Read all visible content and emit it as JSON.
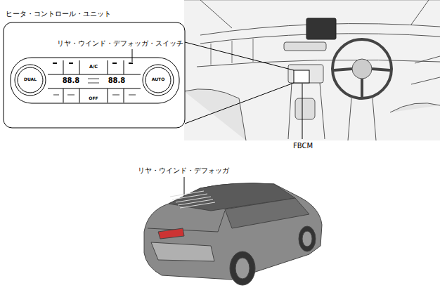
{
  "diagram": {
    "nodes": [
      {
        "text": [
          "ヒータ・コントロール・ユニット"
        ]
      }
    ],
    "labels": [
      "リヤ・ウインド・デフォッガ・スイッチ",
      "DUAL",
      "A/C",
      "88.8",
      "88.8",
      "AUTO",
      "OFF",
      "FBCM",
      "リヤ・ウインド・デフォッガ"
    ]
  }
}
